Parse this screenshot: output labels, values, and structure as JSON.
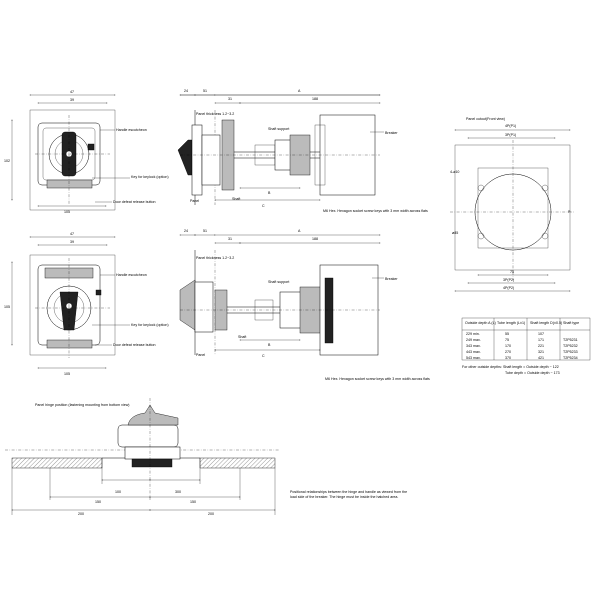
{
  "top_front": {
    "dim_width": "47",
    "dim_inner": "39",
    "dim_height": "102",
    "dim_bottom": "105",
    "handle_escutcheon": "Handle escutcheon",
    "key_label": "Key for keylock (option)",
    "door_defeat": "Door defeat release button"
  },
  "top_side": {
    "dim_24": "24",
    "dim_51": "51",
    "dim_31": "31",
    "dim_A": "A",
    "dim_188": "188",
    "dim_C": "C",
    "dim_B": "B",
    "panel_thickness": "Panel thickness 1.2~3.2",
    "shaft_support": "Shaft support",
    "breaker": "Breaker",
    "panel": "Panel",
    "shaft": "Shaft",
    "m6_note": "M6 Hex. Hexagon socket screw keys with 3 mm width across flats"
  },
  "bottom_front": {
    "dim_width": "47",
    "dim_inner": "39",
    "dim_height": "105",
    "dim_bottom": "105",
    "handle_escutcheon": "Handle escutcheon",
    "key_label": "Key for keylock (option)",
    "door_defeat": "Door defeat release button"
  },
  "bottom_side": {
    "dim_24": "24",
    "dim_51": "51",
    "dim_31": "31",
    "dim_A": "A",
    "dim_188": "188",
    "dim_C": "C",
    "dim_B": "B",
    "panel_thickness": "Panel thickness 1.2~3.2",
    "shaft_support": "Shaft support",
    "breaker": "Breaker",
    "panel": "Panel",
    "shaft": "Shaft",
    "m6_note": "M6 Hex. Hexagon socket screw keys with 3 mm width across flats"
  },
  "cutout": {
    "title": "Panel cutout(Front view)",
    "dim_top1": "4P(P1)",
    "dim_top2": "3P(P1)",
    "dim_bottom1": "75",
    "dim_bottom2": "3P(P2)",
    "dim_bottom3": "4P(P2)",
    "hole_label": "4-ø10",
    "hole2_label": "ø85",
    "dim_right": "P"
  },
  "table": {
    "headers": [
      "Outside depth A (L)",
      "Tube length (L±1)",
      "Shaft length D(±0.5)",
      "Shaft type"
    ],
    "rows": [
      [
        "229 min.",
        "55",
        "107",
        ""
      ],
      [
        "249 max.",
        "75",
        "171",
        "T2P5231"
      ],
      [
        "343 max.",
        "170",
        "221",
        "T2P5232"
      ],
      [
        "443 max.",
        "270",
        "321",
        "T2P5233"
      ],
      [
        "543 max.",
        "370",
        "421",
        "T2P5234"
      ]
    ],
    "note1": "For other outside depths: Shaft length = Outside depth − 122",
    "note2": "Tube depth = Outside depth − 173"
  },
  "hinge": {
    "title": "Panel hinge position (fastening mounting from bottom view)",
    "dim_100": "100",
    "dim_300": "300",
    "dim_150a": "150",
    "dim_150b": "150",
    "dim_200a": "200",
    "dim_200b": "200",
    "note": "Positional relationships between the hinge and handle as viewed from the load side of the breaker. The hinge must be inside the hatched area."
  }
}
